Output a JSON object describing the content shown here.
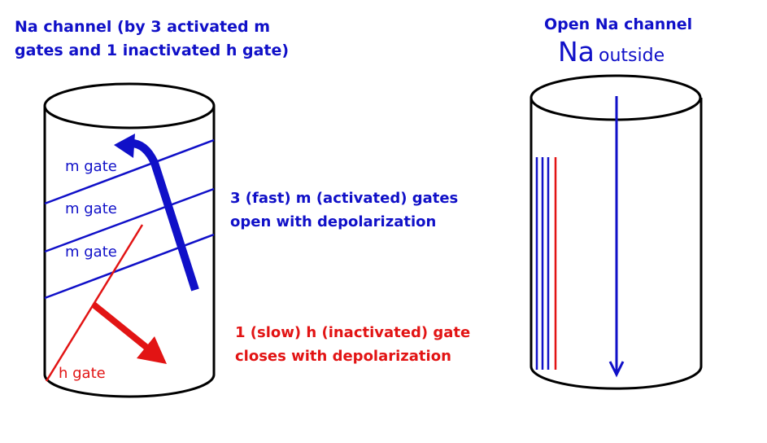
{
  "left_title": "Na channel (by 3 activated m gates and 1 inactivated h gate)",
  "right_title": "Open Na channel",
  "na_big": "Na",
  "na_small": "outside",
  "m_gate_labels": [
    "m gate",
    "m gate",
    "m gate"
  ],
  "h_gate_label": "h gate",
  "m_description": "3 (fast) m (activated) gates open with depolarization",
  "h_description": "1 (slow) h (inactivated) gate closes with depolarization",
  "colors": {
    "blue": "#1010c8",
    "red": "#e21414",
    "outline": "#000000"
  }
}
